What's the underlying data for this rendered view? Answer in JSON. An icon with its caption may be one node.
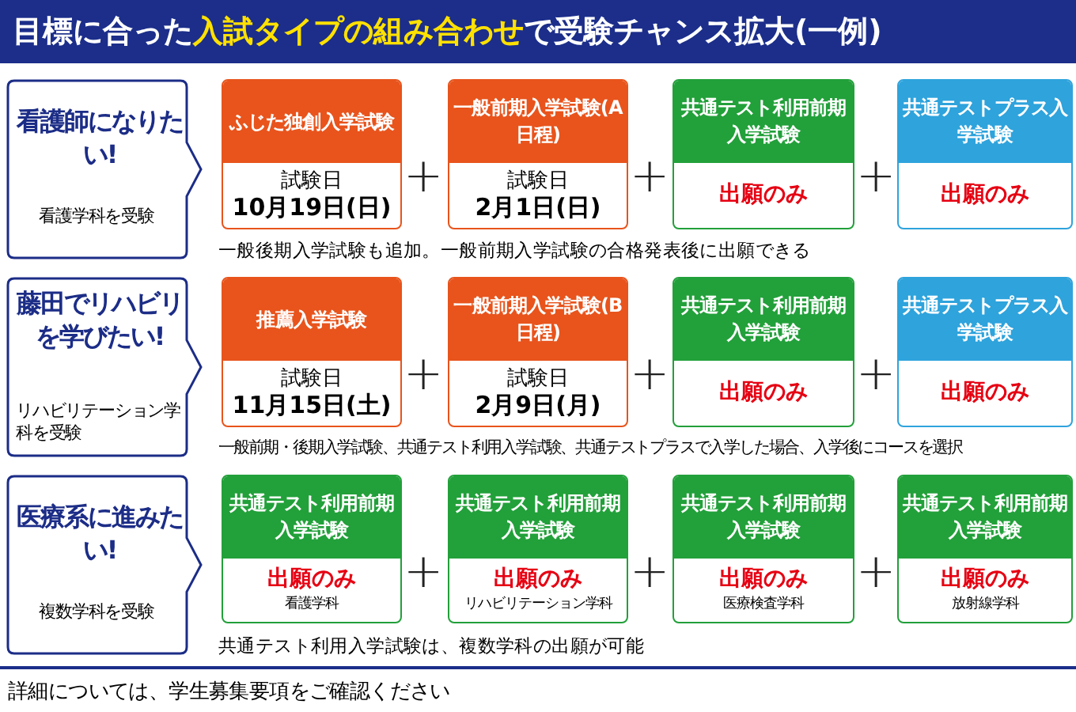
{
  "diagram": {
    "title": "目標に合った**入試タイプの組み合わせ**で受験チャンス拡大(一例)",
    "nodes": [
      {
        "text": [
          "看護師になりたい!",
          "看護学科を受験"
        ]
      },
      {
        "text": [
          "ふじた独創入学試験",
          "試験日",
          "10月19日(日)"
        ]
      },
      {
        "text": [
          "一般前期入学試験(A日程)",
          "試験日",
          "2月1日(日)"
        ]
      },
      {
        "text": [
          "共通テスト利用前期入学試験",
          "出願のみ"
        ]
      },
      {
        "text": [
          "共通テストプラス入学試験",
          "出願のみ"
        ]
      },
      {
        "text": [
          "藤田でリハビリを学びたい!",
          "リハビリテーション学科を受験"
        ]
      },
      {
        "text": [
          "推薦入学試験",
          "試験日",
          "11月15日(土)"
        ]
      },
      {
        "text": [
          "一般前期入学試験(B日程)",
          "試験日",
          "2月9日(月)"
        ]
      },
      {
        "text": [
          "共通テスト利用前期入学試験",
          "出願のみ"
        ]
      },
      {
        "text": [
          "共通テストプラス入学試験",
          "出願のみ"
        ]
      },
      {
        "text": [
          "医療系に進みたい!",
          "複数学科を受験"
        ]
      },
      {
        "text": [
          "共通テスト利用前期入学試験",
          "出願のみ",
          "看護学科"
        ]
      },
      {
        "text": [
          "共通テスト利用前期入学試験",
          "出願のみ",
          "リハビリテーション学科"
        ]
      },
      {
        "text": [
          "共通テスト利用前期入学試験",
          "出願のみ",
          "医療検査学科"
        ]
      },
      {
        "text": [
          "共通テスト利用前期入学試験",
          "出願のみ",
          "放射線学科"
        ]
      }
    ],
    "labels": [
      "+",
      "+",
      "+",
      "一般後期入学試験も追加。一般前期入学試験の合格発表後に出願できる",
      "+",
      "+",
      "+",
      "一般前期・後期入学試験、共通テスト利用入学試験、共通テストプラスで入学した場合、入学後にコースを選択",
      "+",
      "+",
      "+",
      "共通テスト利用入学試験は、複数学科の出願が可能",
      "詳細については、学生募集要項をご確認ください"
    ]
  }
}
